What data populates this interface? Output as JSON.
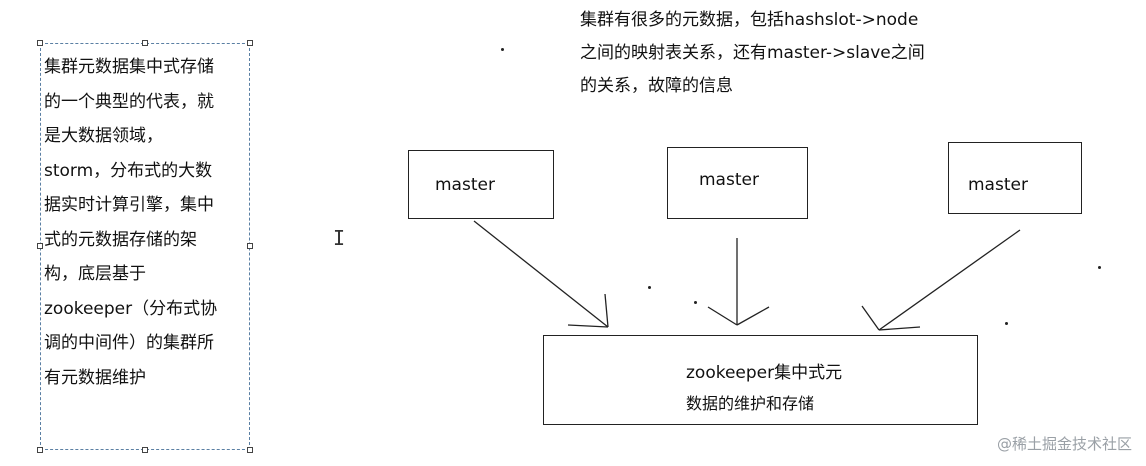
{
  "sidebar": {
    "lines": [
      "集群元数据集中式存储",
      "的一个典型的代表，就",
      "是大数据领域，",
      "storm，分布式的大数",
      "据实时计算引擎，集中",
      "式的元数据存储的架",
      "构，底层基于",
      "zookeeper（分布式协",
      "调的中间件）的集群所",
      "有元数据维护"
    ]
  },
  "note": {
    "lines": [
      "集群有很多的元数据，包括hashslot->node",
      "之间的映射表关系，还有master->slave之间",
      "的关系，故障的信息"
    ]
  },
  "masters": [
    {
      "label": "master"
    },
    {
      "label": "master"
    },
    {
      "label": "master"
    }
  ],
  "zookeeper": {
    "line1": "zookeeper集中式元",
    "line2": "数据的维护和存储"
  },
  "watermark": "@稀土掘金技术社区"
}
